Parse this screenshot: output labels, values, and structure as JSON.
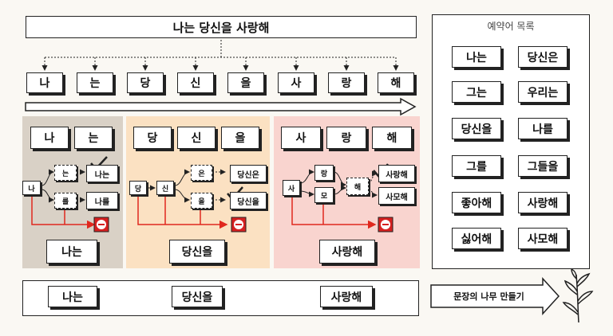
{
  "title": "나는 당신을 사랑해",
  "syllables": [
    "나",
    "는",
    "당",
    "신",
    "을",
    "사",
    "랑",
    "해"
  ],
  "groups": [
    {
      "syllables": [
        "나",
        "는"
      ],
      "tree": {
        "root": "나",
        "mid": [
          "는",
          "를"
        ],
        "leaves": [
          "나는",
          "나를"
        ]
      },
      "result": "나는",
      "color": "#d9d1c6"
    },
    {
      "syllables": [
        "당",
        "신",
        "을"
      ],
      "tree": {
        "root": "당",
        "second": "신",
        "mid": [
          "은",
          "을"
        ],
        "leaves": [
          "당신은",
          "당신을"
        ]
      },
      "result": "당신을",
      "color": "#fbe1c2"
    },
    {
      "syllables": [
        "사",
        "랑",
        "해"
      ],
      "tree": {
        "root": "사",
        "mid": [
          "랑",
          "모"
        ],
        "third": "해",
        "leaves": [
          "사랑해",
          "사모해"
        ]
      },
      "result": "사랑해",
      "color": "#f9d4cf"
    }
  ],
  "final_words": [
    "나는",
    "당신을",
    "사랑해"
  ],
  "bottom_label": "문장의 나무 만들기",
  "reserved": {
    "title": "예약어 목록",
    "words": [
      "나는",
      "당신은",
      "그는",
      "우리는",
      "당신을",
      "나를",
      "그를",
      "그들을",
      "좋아해",
      "사랑해",
      "싫어해",
      "사모해"
    ]
  },
  "colors": {
    "accent_red": "#e0281e",
    "stop_red": "#d62020"
  }
}
